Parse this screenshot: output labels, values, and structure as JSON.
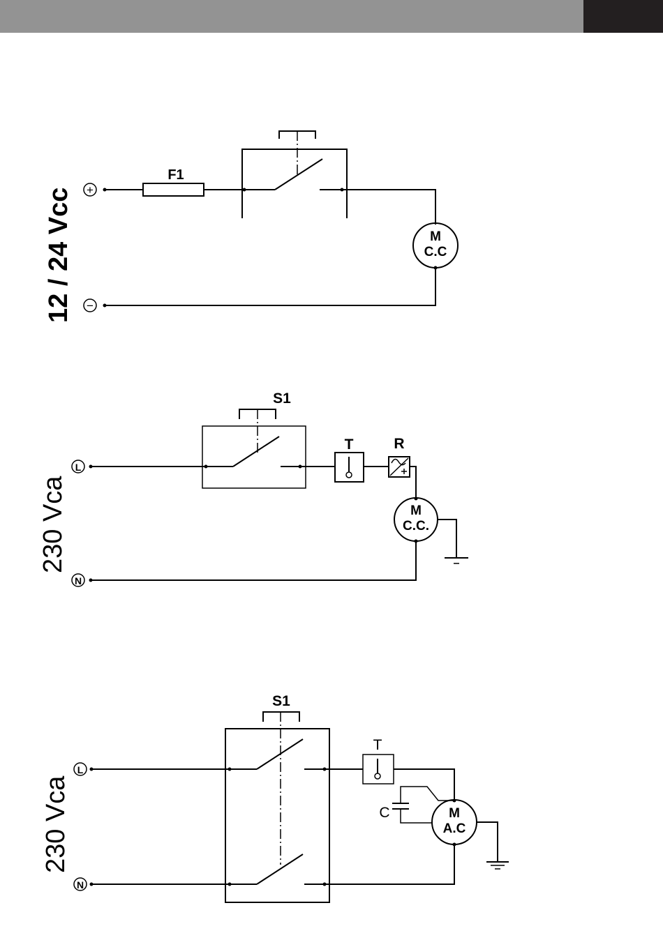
{
  "header": {
    "accent_color": "#939393",
    "tab_color": "#231f20"
  },
  "diagrams": [
    {
      "supply_label": "12 / 24  Vcc",
      "positive_symbol": "+",
      "negative_symbol": "−",
      "fuse_label": "F1",
      "motor_line1": "M",
      "motor_line2": "C.C"
    },
    {
      "supply_label": "230 Vca",
      "line_symbol": "L",
      "neutral_symbol": "N",
      "switch_label": "S1",
      "thermostat_label": "T",
      "regulator_label": "R",
      "motor_line1": "M",
      "motor_line2": "C.C."
    },
    {
      "supply_label": "230 Vca",
      "line_symbol": "L",
      "neutral_symbol": "N",
      "switch_label": "S1",
      "thermostat_label": "T",
      "capacitor_label": "C",
      "motor_line1": "M",
      "motor_line2": "A.C"
    }
  ]
}
